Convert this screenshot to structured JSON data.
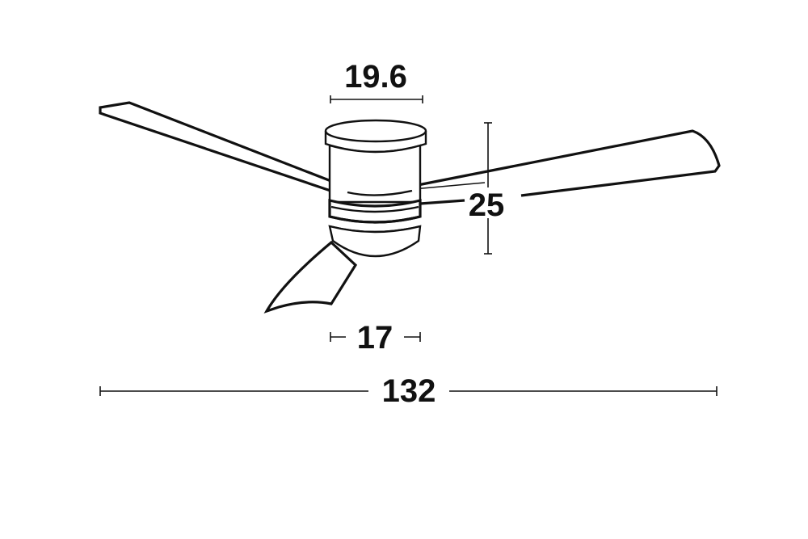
{
  "diagram": {
    "dimensions": {
      "motor_top_width": "19.6",
      "height": "25",
      "motor_bottom_width": "17",
      "blade_span": "132"
    },
    "colors": {
      "stroke": "#111111",
      "background": "#ffffff"
    }
  }
}
